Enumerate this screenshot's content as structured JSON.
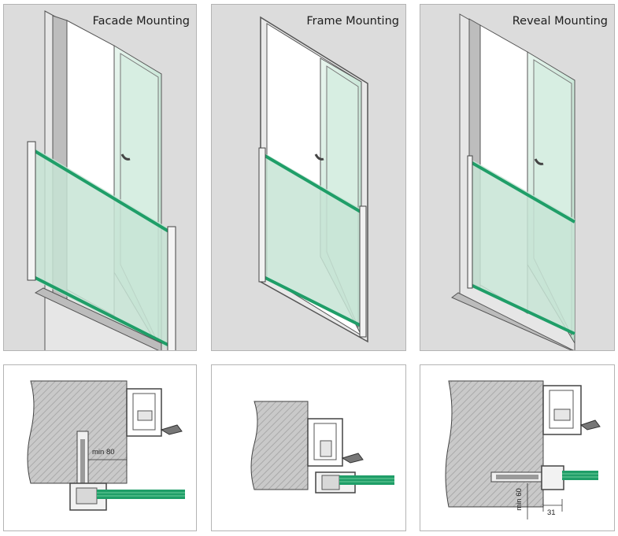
{
  "panels": [
    {
      "title": "Facade Mounting"
    },
    {
      "title": "Frame Mounting"
    },
    {
      "title": "Reveal Mounting"
    }
  ],
  "details": [
    {
      "dimensions": [
        "min 80"
      ]
    },
    {
      "dimensions": []
    },
    {
      "dimensions": [
        "min 60",
        "31"
      ]
    }
  ],
  "colors": {
    "glass_edge": "#1f9e68",
    "glass_fill": "#cfe9dc",
    "wall": "#c8c8c8",
    "panel_bg": "#dcdcdc",
    "profile": "#555555"
  }
}
